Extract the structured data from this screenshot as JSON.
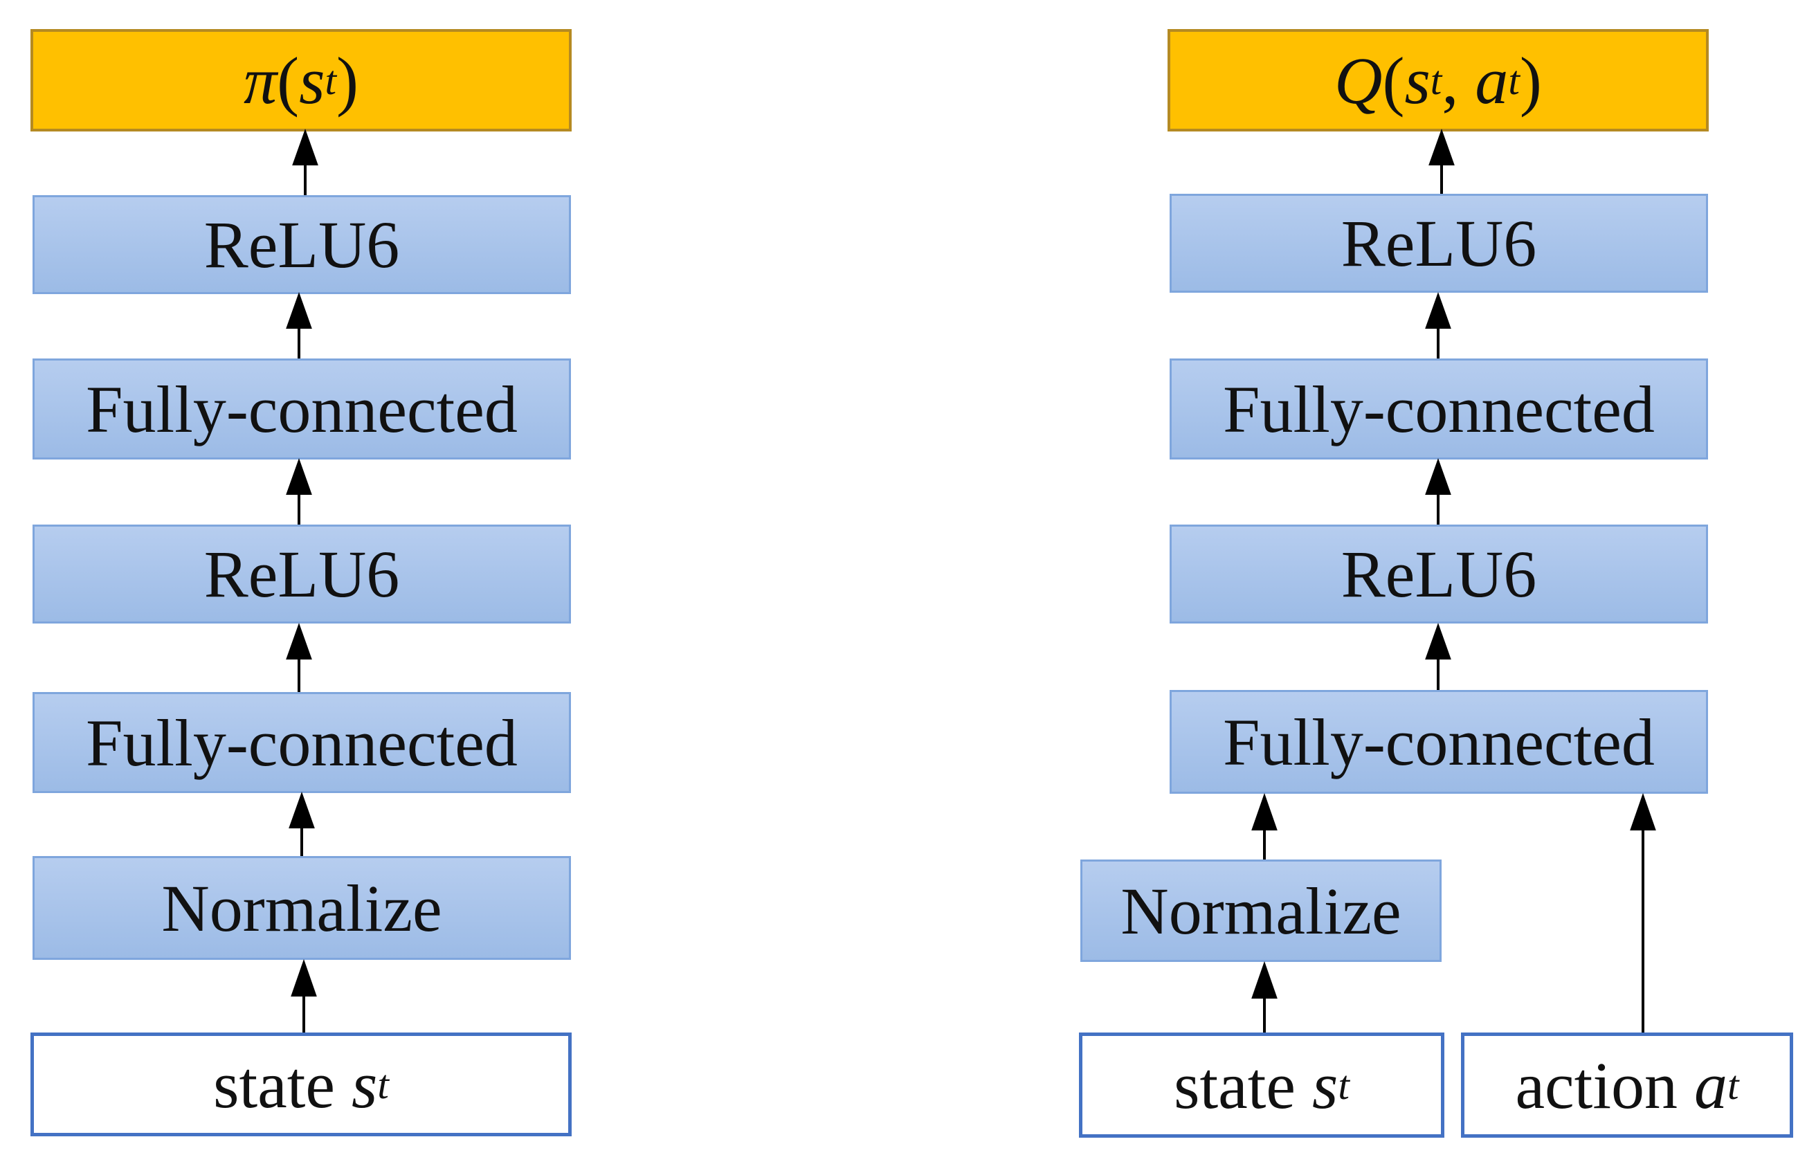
{
  "left": {
    "output": {
      "fn": "π",
      "open": "(",
      "var": "s",
      "sub": "t",
      "close": ")"
    },
    "layers": [
      "ReLU6",
      "Fully-connected",
      "ReLU6",
      "Fully-connected",
      "Normalize"
    ],
    "input": {
      "text": "state ",
      "var": "s",
      "sub": "t"
    }
  },
  "right": {
    "output": {
      "fn": "Q",
      "open": "(",
      "var1": "s",
      "sub1": "t",
      "sep": ", ",
      "var2": "a",
      "sub2": "t",
      "close": ")"
    },
    "layers": [
      "ReLU6",
      "Fully-connected",
      "ReLU6",
      "Fully-connected",
      "Normalize"
    ],
    "state_input": {
      "text": "state ",
      "var": "s",
      "sub": "t"
    },
    "action_input": {
      "text": "action ",
      "var": "a",
      "sub": "t"
    }
  }
}
